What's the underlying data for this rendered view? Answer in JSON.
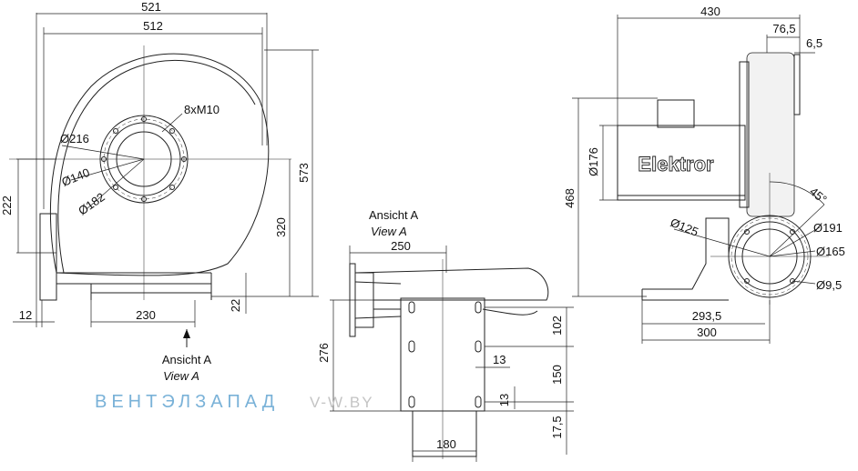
{
  "front_view": {
    "dims": {
      "width_overall": "521",
      "width_housing": "512",
      "height_overall": "573",
      "height_axis": "320",
      "height_inlet": "222",
      "foot_to_axis": "230",
      "foot_offset": "12",
      "foot_thickness": "22"
    },
    "bolt_pattern": "8xM10",
    "diameters": {
      "flange": "Ø216",
      "bore": "Ø140",
      "bolt_circle": "Ø182"
    },
    "view_label_de": "Ansicht A",
    "view_label_en": "View A"
  },
  "view_a": {
    "label_de": "Ansicht A",
    "label_en": "View A",
    "dims": {
      "width_top": "250",
      "height": "276",
      "span_1": "102",
      "span_2": "150",
      "span_3": "17,5",
      "hole_1": "13",
      "hole_2": "13",
      "width_base": "180"
    }
  },
  "side_view": {
    "brand_text": "Elektror",
    "dims": {
      "length_overall": "430",
      "len_1": "76,5",
      "len_2": "6,5",
      "height": "468",
      "motor_dia": "Ø176",
      "angle": "45°",
      "outlet_inner": "Ø125",
      "outlet_bolt": "Ø165",
      "outlet_outer": "Ø191",
      "outlet_hole": "Ø9,5",
      "base_1": "293,5",
      "base_2": "300"
    }
  },
  "watermark": {
    "brand": "ВЕНТЭЛЗАПАД",
    "domain": "V-W.BY",
    "color_blue": "#7ab2d8",
    "color_grey": "#c4c4c4"
  }
}
